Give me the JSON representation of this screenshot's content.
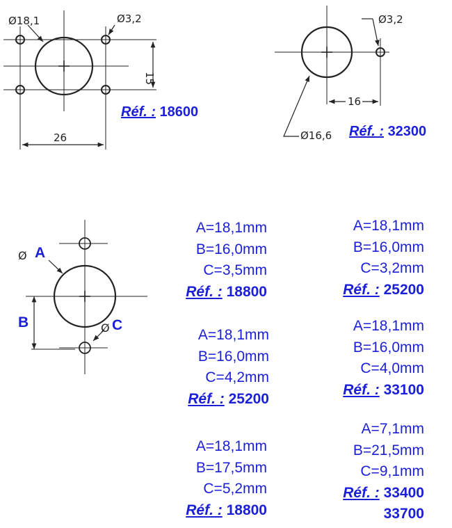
{
  "ref_label": "Réf. :",
  "dia_symbol": "Ø",
  "drawing1": {
    "d_large": "Ø18,1",
    "d_small": "Ø3,2",
    "dim_h": "15",
    "dim_w": "26",
    "ref": "18600"
  },
  "drawing2": {
    "d_small": "Ø3,2",
    "d_large": "Ø16,6",
    "dim_w": "16",
    "ref": "32300"
  },
  "drawing3": {
    "label_a": "A",
    "label_b": "B",
    "label_c": "C"
  },
  "specs": [
    {
      "a": "A=18,1mm",
      "b": "B=16,0mm",
      "c": "C=3,5mm",
      "ref": "18800"
    },
    {
      "a": "A=18,1mm",
      "b": "B=16,0mm",
      "c": "C=3,2mm",
      "ref": "25200"
    },
    {
      "a": "A=18,1mm",
      "b": "B=16,0mm",
      "c": "C=4,2mm",
      "ref": "25200"
    },
    {
      "a": "A=18,1mm",
      "b": "B=16,0mm",
      "c": "C=4,0mm",
      "ref": "33100"
    },
    {
      "a": "A=18,1mm",
      "b": "B=17,5mm",
      "c": "C=5,2mm",
      "ref": "18800"
    },
    {
      "a": "A=7,1mm",
      "b": "B=21,5mm",
      "c": "C=9,1mm",
      "ref": "33400",
      "ref2": "33700"
    }
  ]
}
